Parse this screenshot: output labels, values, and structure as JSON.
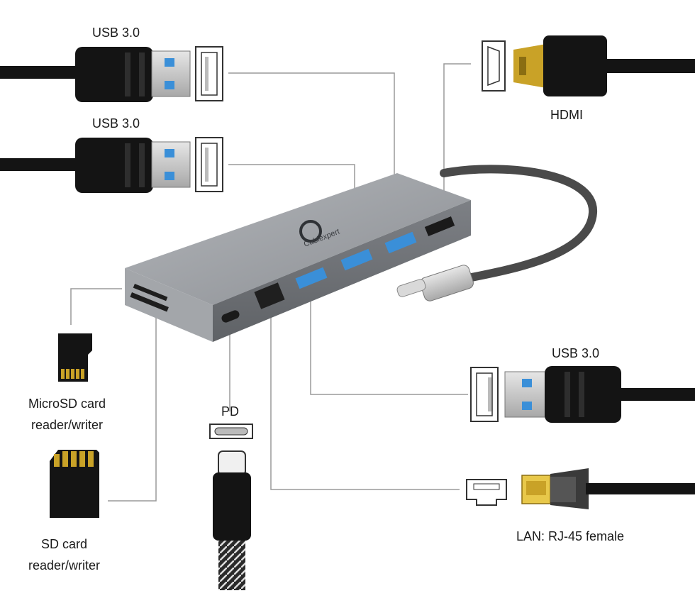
{
  "labels": {
    "usb_top_1": "USB 3.0",
    "usb_top_2": "USB 3.0",
    "hdmi": "HDMI",
    "usb_right": "USB 3.0",
    "microsd_line1": "MicroSD card",
    "microsd_line2": "reader/writer",
    "pd": "PD",
    "sd_line1": "SD card",
    "sd_line2": "reader/writer",
    "lan": "LAN: RJ-45 female"
  },
  "hub": {
    "brand": "Cablexpert",
    "color": "#8e9196"
  },
  "colors": {
    "usb_blue": "#3a8fd8",
    "plug_black": "#141414",
    "leader_line": "#9a9a9a",
    "gold": "#c9a227"
  }
}
